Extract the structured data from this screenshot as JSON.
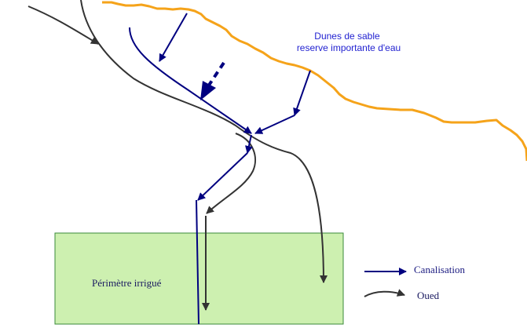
{
  "labels": {
    "dunes_line1": "Dunes de sable",
    "dunes_line2": "reserve importante d'eau",
    "perimeter": "Périmètre irrigué"
  },
  "legend": {
    "canalisation": "Canalisation",
    "oued": "Oued"
  },
  "colors": {
    "canal": "#000080",
    "oued": "#333333",
    "dune": "#f5a31a",
    "perimeter_fill": "#cdf0b0",
    "perimeter_stroke": "#3a8a3a",
    "dune_text": "#1f1fd0"
  }
}
